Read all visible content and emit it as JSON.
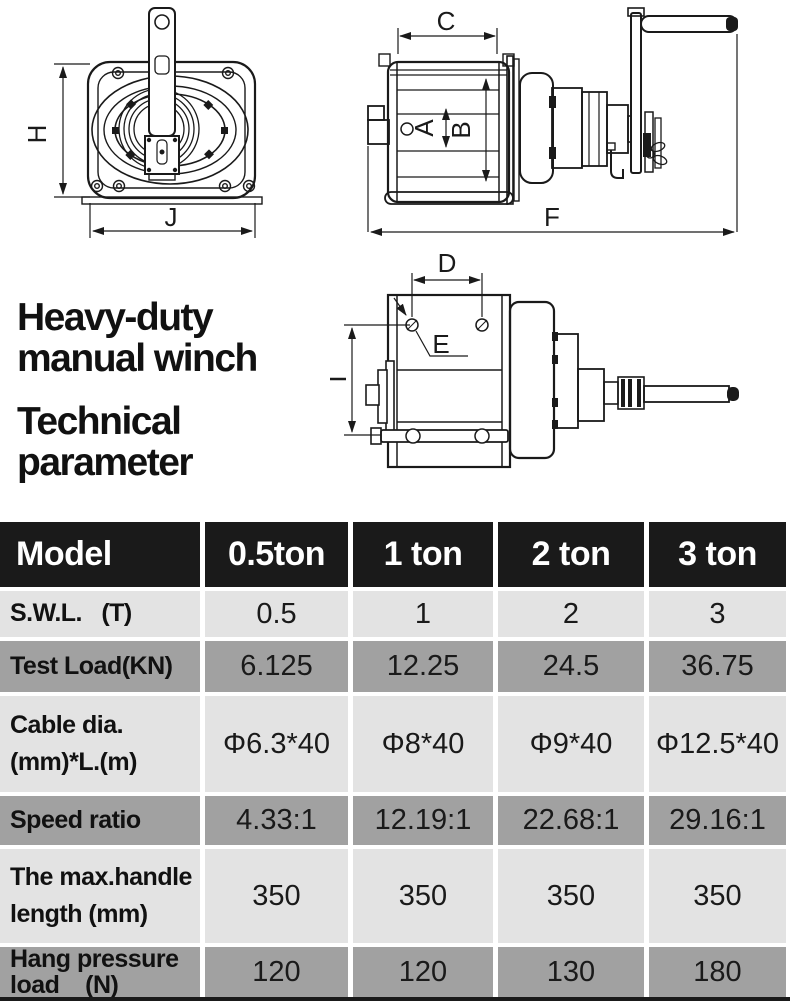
{
  "titles": {
    "product_line1": "Heavy-duty",
    "product_line2": "manual winch",
    "section_line1": "Technical",
    "section_line2": "parameter"
  },
  "drawings": {
    "front_view": {
      "dim_h": "H",
      "dim_j": "J"
    },
    "side_view": {
      "dim_c": "C",
      "dim_a": "A",
      "dim_b": "B",
      "dim_f": "F"
    },
    "rear_view": {
      "dim_d": "D",
      "dim_e": "E"
    }
  },
  "table": {
    "model_header": "Model",
    "columns": [
      "0.5ton",
      "1 ton",
      "2 ton",
      "3 ton"
    ],
    "rows": [
      {
        "label_lines": [
          "S.W.L.   (T)"
        ],
        "values": [
          "0.5",
          "1",
          "2",
          "3"
        ]
      },
      {
        "label_lines": [
          "Test Load(KN)"
        ],
        "values": [
          "6.125",
          "12.25",
          "24.5",
          "36.75"
        ]
      },
      {
        "label_lines": [
          "Cable dia.",
          "(mm)*L.(m)"
        ],
        "values": [
          "Φ6.3*40",
          "Φ8*40",
          "Φ9*40",
          "Φ12.5*40"
        ]
      },
      {
        "label_lines": [
          "Speed ratio"
        ],
        "values": [
          "4.33:1",
          "12.19:1",
          "22.68:1",
          "29.16:1"
        ]
      },
      {
        "label_lines": [
          "The max.handle",
          "length (mm)"
        ],
        "values": [
          "350",
          "350",
          "350",
          "350"
        ]
      },
      {
        "label_lines": [
          "Hang pressure",
          "load    (N)"
        ],
        "values": [
          "120",
          "120",
          "130",
          "180"
        ]
      }
    ]
  },
  "colors": {
    "header_bg": "#1a1a1a",
    "row_light_bg": "#e3e3e3",
    "row_dark_bg": "#a1a1a1",
    "line_color": "#1a1a1a"
  }
}
